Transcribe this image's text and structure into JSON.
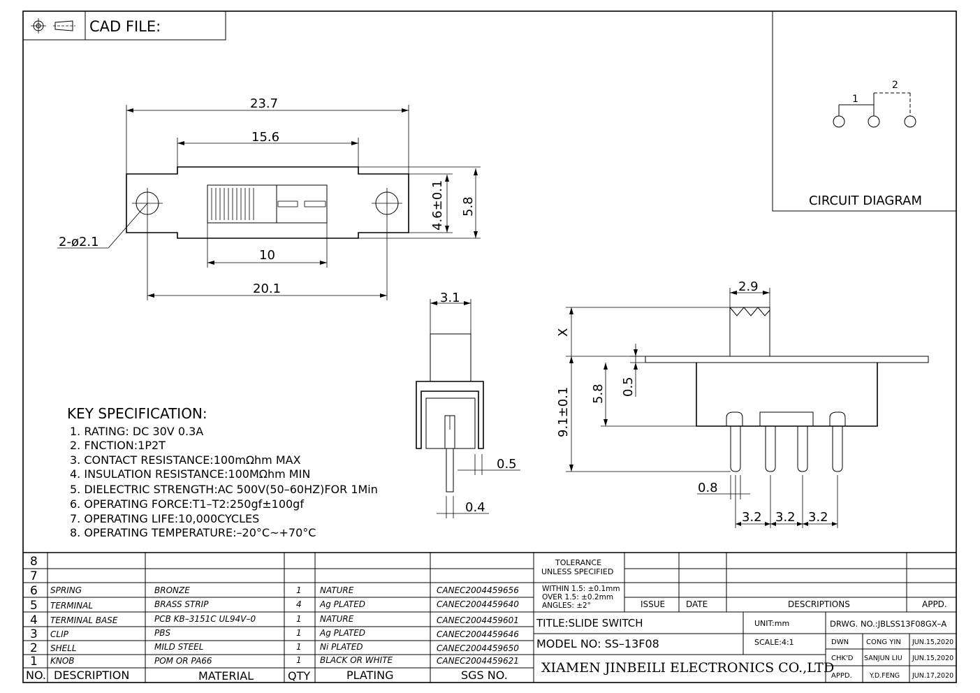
{
  "header": {
    "cad_label": "CAD FILE:"
  },
  "dims_top": {
    "overall_length": "23.7",
    "body_length": "15.6",
    "slot_length": "10",
    "hole_pitch": "20.1",
    "holes": "2-ø2.1",
    "slot_width": "4.6±0.1",
    "body_width": "5.8"
  },
  "dims_side": {
    "knob_width": "3.1",
    "terminal_gap": "0.5",
    "terminal_thick": "0.4"
  },
  "dims_front": {
    "knob_width": "2.9",
    "knob_height": "X",
    "height": "9.1±0.1",
    "body_height": "5.8",
    "flange": "0.5",
    "pin_width": "0.8",
    "pitch1": "3.2",
    "pitch2": "3.2",
    "pitch3": "3.2"
  },
  "circuit": {
    "title": "CIRCUIT DIAGRAM",
    "label1": "1",
    "label2": "2"
  },
  "spec": {
    "title": "KEY SPECIFICATION:",
    "items": [
      "1.  RATING: DC  30V    0.3A",
      "2.  FNCTION:1P2T",
      "3.  CONTACT  RESISTANCE:100mΩhm  MAX",
      "4.  INSULATION  RESISTANCE:100MΩhm  MIN",
      "5.  DIELECTRIC  STRENGTH:AC  500V(50–60HZ)FOR  1Min",
      "6.  OPERATING  FORCE:T1–T2:250gf±100gf",
      "7.  OPERATING  LIFE:10,000CYCLES",
      "8.  OPERATING  TEMPERATURE:–20°C~+70°C"
    ]
  },
  "bom": {
    "headers": {
      "no": "NO.",
      "description": "DESCRIPTION",
      "material": "MATERIAL",
      "qty": "QTY",
      "plating": "PLATING",
      "sgs": "SGS NO."
    },
    "rows": [
      {
        "no": "8",
        "description": "",
        "material": "",
        "qty": "",
        "plating": "",
        "sgs": ""
      },
      {
        "no": "7",
        "description": "",
        "material": "",
        "qty": "",
        "plating": "",
        "sgs": ""
      },
      {
        "no": "6",
        "description": "SPRING",
        "material": "BRONZE",
        "qty": "1",
        "plating": "NATURE",
        "sgs": "CANEC2004459656"
      },
      {
        "no": "5",
        "description": "TERMINAL",
        "material": "BRASS STRIP",
        "qty": "4",
        "plating": "Ag PLATED",
        "sgs": "CANEC2004459640"
      },
      {
        "no": "4",
        "description": "TERMINAL BASE",
        "material": "PCB KB–3151C UL94V–0",
        "qty": "1",
        "plating": "NATURE",
        "sgs": "CANEC2004459601"
      },
      {
        "no": "3",
        "description": "CLIP",
        "material": "PBS",
        "qty": "1",
        "plating": "Ag PLATED",
        "sgs": "CANEC2004459646"
      },
      {
        "no": "2",
        "description": "SHELL",
        "material": "MILD STEEL",
        "qty": "1",
        "plating": "Ni PLATED",
        "sgs": "CANEC2004459650"
      },
      {
        "no": "1",
        "description": "KNOB",
        "material": "POM OR PA66",
        "qty": "1",
        "plating": "BLACK OR WHITE",
        "sgs": "CANEC2004459621"
      }
    ]
  },
  "titleblock": {
    "tolerance_title1": "TOLERANCE",
    "tolerance_title2": "UNLESS SPECIFIED",
    "tol1": "WITHIN 1.5: ±0.1mm",
    "tol2": "OVER 1.5:  ±0.2mm",
    "tol3": "ANGLES: ±2°",
    "issue": "ISSUE",
    "date": "DATE",
    "descriptions": "DESCRIPTIONS",
    "appd": "APPD.",
    "title": "TITLE:SLIDE  SWITCH",
    "model": "MODEL  NO: SS–13F08",
    "company": "XIAMEN JINBEILI ELECTRONICS CO.,LTD",
    "unit": "UNIT:mm",
    "scale": "SCALE:4:1",
    "drwg": "DRWG.  NO.:JBLSS13F08GX–A",
    "dwn": "DWN",
    "dwn_name": "CONG YIN",
    "dwn_date": "JUN.15,2020",
    "chk": "CHK'D",
    "chk_name": "SANJUN LIU",
    "chk_date": "JUN.15,2020",
    "apd": "APPD.",
    "apd_name": "Y.D.FENG",
    "apd_date": "JUN.17,2020"
  }
}
